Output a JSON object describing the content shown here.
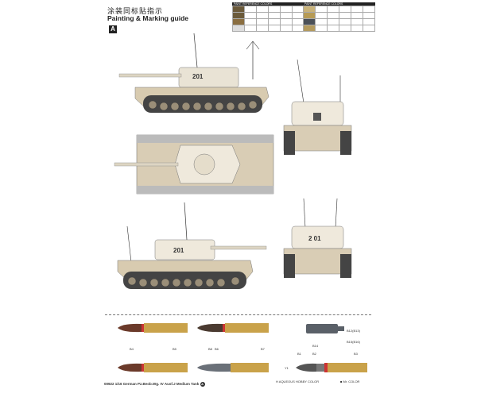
{
  "header": {
    "title_cn": "涂装同标贴指示",
    "title_en": "Painting & Marking guide",
    "scheme_badge": "A"
  },
  "tables": [
    {
      "heading": "PAINT REFERENCE COLORS"
    },
    {
      "heading": "PAINT REFERENCE COLORS"
    }
  ],
  "tank": {
    "turret_number": "201",
    "rear_number": "2 01"
  },
  "shell_labels": [
    "B4",
    "B5",
    "B6",
    "B8",
    "B7",
    "B12(B13)",
    "B15(B16)",
    "B14",
    "B1",
    "B2",
    "B3",
    "Y1"
  ],
  "legend": {
    "aqueous": "AQUEOUS HOBBY COLOR",
    "aqueous_mark": "H",
    "mr_color": "Mr. COLOR",
    "mr_mark": "■"
  },
  "footer": {
    "text": "00922  1/16  German Pz.Beob.Wg. IV Ausf.J Medium Tank",
    "badge": "A"
  },
  "colors": {
    "sand": "#d9cdb5",
    "camo": "#efe9dc",
    "brass": "#c9a24a",
    "track": "#555"
  }
}
